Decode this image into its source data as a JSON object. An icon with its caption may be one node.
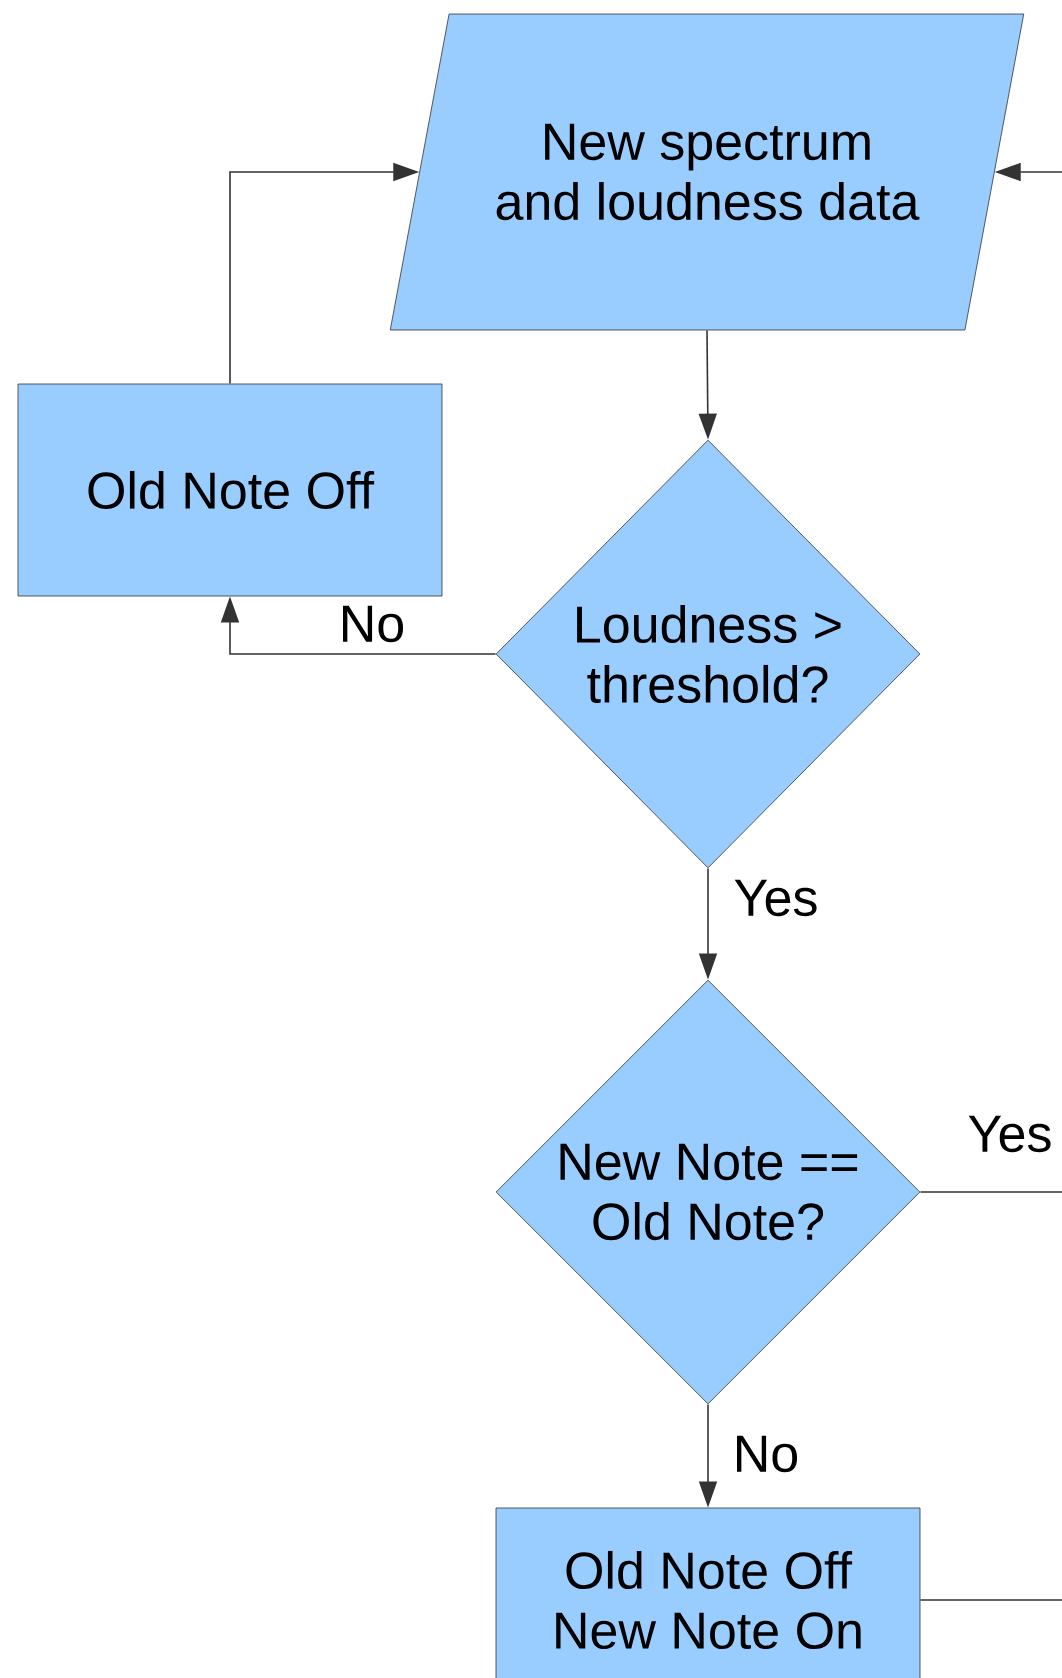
{
  "diagram": {
    "nodes": [
      {
        "text": [
          "New spectrum and loudness data"
        ]
      },
      {
        "text": [
          "Old Note Off"
        ]
      },
      {
        "text": [
          "Loudness > threshold?"
        ]
      },
      {
        "text": [
          "New Note == Old Note?"
        ]
      },
      {
        "text": [
          "Old Note Off New Note On"
        ]
      }
    ],
    "edges": [
      {
        "from": 0,
        "to": 2,
        "arrow": "to"
      },
      {
        "from": 2,
        "to": 1,
        "arrow": "to",
        "label": "No"
      },
      {
        "from": 1,
        "to": 0,
        "arrow": "to"
      },
      {
        "from": null,
        "to": 0,
        "arrow": "to"
      },
      {
        "from": 2,
        "to": 3,
        "arrow": "to",
        "label": "Yes"
      },
      {
        "from": 3,
        "to": null,
        "arrow": "none",
        "label": "Yes"
      },
      {
        "from": 3,
        "to": 4,
        "arrow": "to",
        "label": "No"
      },
      {
        "from": 4,
        "to": null,
        "arrow": "none"
      }
    ]
  }
}
